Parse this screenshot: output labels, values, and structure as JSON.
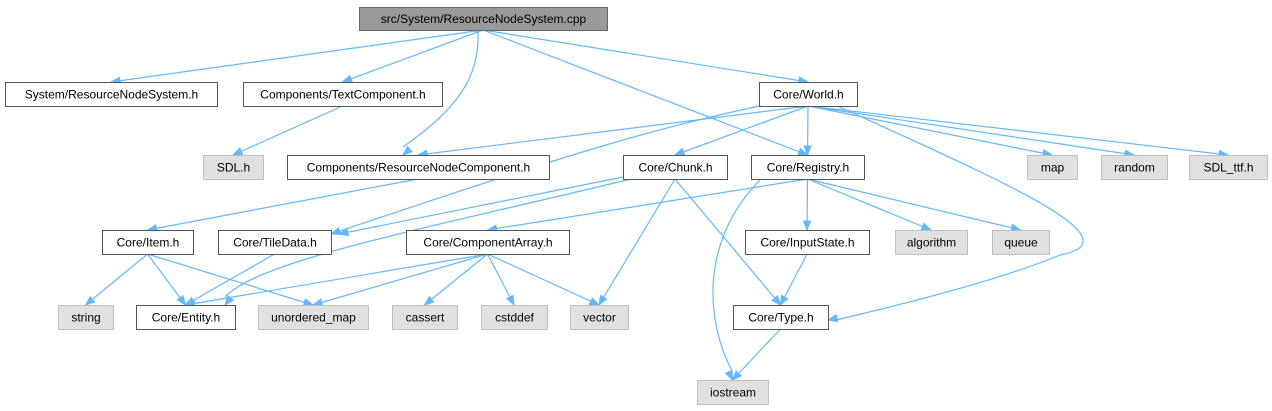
{
  "diagram": {
    "colors": {
      "edge": "#63b8ff",
      "root_fill": "#999999",
      "file_fill": "#ffffff",
      "system_header_fill": "#e0e0e0"
    },
    "nodes": [
      {
        "id": "root",
        "label": "src/System/ResourceNodeSystem.cpp",
        "kind": "root"
      },
      {
        "id": "sys_h",
        "label": "System/ResourceNodeSystem.h",
        "kind": "file"
      },
      {
        "id": "textcomp",
        "label": "Components/TextComponent.h",
        "kind": "file"
      },
      {
        "id": "world",
        "label": "Core/World.h",
        "kind": "file"
      },
      {
        "id": "sdl",
        "label": "SDL.h",
        "kind": "system"
      },
      {
        "id": "rescomp",
        "label": "Components/ResourceNodeComponent.h",
        "kind": "file"
      },
      {
        "id": "chunk",
        "label": "Core/Chunk.h",
        "kind": "file"
      },
      {
        "id": "registry",
        "label": "Core/Registry.h",
        "kind": "file"
      },
      {
        "id": "map",
        "label": "map",
        "kind": "system"
      },
      {
        "id": "random",
        "label": "random",
        "kind": "system"
      },
      {
        "id": "sdlttf",
        "label": "SDL_ttf.h",
        "kind": "system"
      },
      {
        "id": "item",
        "label": "Core/Item.h",
        "kind": "file"
      },
      {
        "id": "tiledata",
        "label": "Core/TileData.h",
        "kind": "file"
      },
      {
        "id": "comparr",
        "label": "Core/ComponentArray.h",
        "kind": "file"
      },
      {
        "id": "inputstate",
        "label": "Core/InputState.h",
        "kind": "file"
      },
      {
        "id": "algorithm",
        "label": "algorithm",
        "kind": "system"
      },
      {
        "id": "queue",
        "label": "queue",
        "kind": "system"
      },
      {
        "id": "string",
        "label": "string",
        "kind": "system"
      },
      {
        "id": "entity",
        "label": "Core/Entity.h",
        "kind": "file"
      },
      {
        "id": "umap",
        "label": "unordered_map",
        "kind": "system"
      },
      {
        "id": "cassert",
        "label": "cassert",
        "kind": "system"
      },
      {
        "id": "cstddef",
        "label": "cstddef",
        "kind": "system"
      },
      {
        "id": "vector",
        "label": "vector",
        "kind": "system"
      },
      {
        "id": "type",
        "label": "Core/Type.h",
        "kind": "file"
      },
      {
        "id": "iostream",
        "label": "iostream",
        "kind": "system"
      }
    ],
    "edges": [
      [
        "root",
        "sys_h"
      ],
      [
        "root",
        "textcomp"
      ],
      [
        "root",
        "world"
      ],
      [
        "root",
        "rescomp"
      ],
      [
        "root",
        "registry"
      ],
      [
        "textcomp",
        "sdl"
      ],
      [
        "world",
        "rescomp"
      ],
      [
        "world",
        "chunk"
      ],
      [
        "world",
        "registry"
      ],
      [
        "world",
        "tiledata"
      ],
      [
        "world",
        "map"
      ],
      [
        "world",
        "random"
      ],
      [
        "world",
        "sdlttf"
      ],
      [
        "world",
        "type"
      ],
      [
        "rescomp",
        "item"
      ],
      [
        "chunk",
        "tiledata"
      ],
      [
        "chunk",
        "entity"
      ],
      [
        "chunk",
        "vector"
      ],
      [
        "chunk",
        "type"
      ],
      [
        "registry",
        "comparr"
      ],
      [
        "registry",
        "inputstate"
      ],
      [
        "registry",
        "algorithm"
      ],
      [
        "registry",
        "queue"
      ],
      [
        "registry",
        "iostream"
      ],
      [
        "item",
        "string"
      ],
      [
        "item",
        "entity"
      ],
      [
        "item",
        "umap"
      ],
      [
        "tiledata",
        "entity"
      ],
      [
        "comparr",
        "entity"
      ],
      [
        "comparr",
        "umap"
      ],
      [
        "comparr",
        "cassert"
      ],
      [
        "comparr",
        "cstddef"
      ],
      [
        "comparr",
        "vector"
      ],
      [
        "inputstate",
        "type"
      ],
      [
        "type",
        "iostream"
      ]
    ]
  }
}
